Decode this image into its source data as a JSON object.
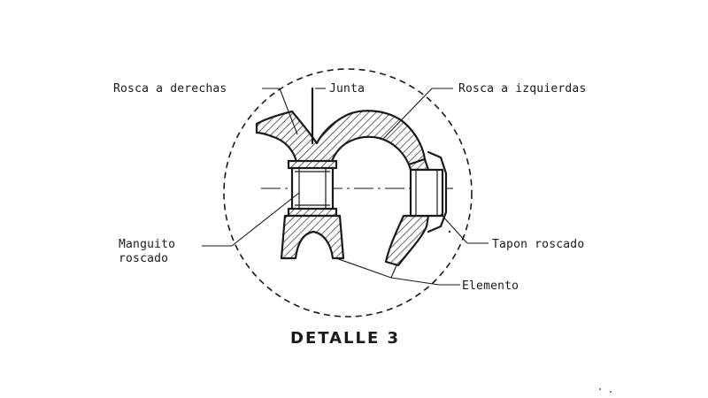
{
  "labels": {
    "right_thread": "Rosca a derechas",
    "joint": "Junta",
    "left_thread": "Rosca a izquierdas",
    "sleeve_line1": "Manguito",
    "sleeve_line2": "roscado",
    "threaded_plug": "Tapon roscado",
    "element": "Elemento"
  },
  "title": "DETALLE 3"
}
